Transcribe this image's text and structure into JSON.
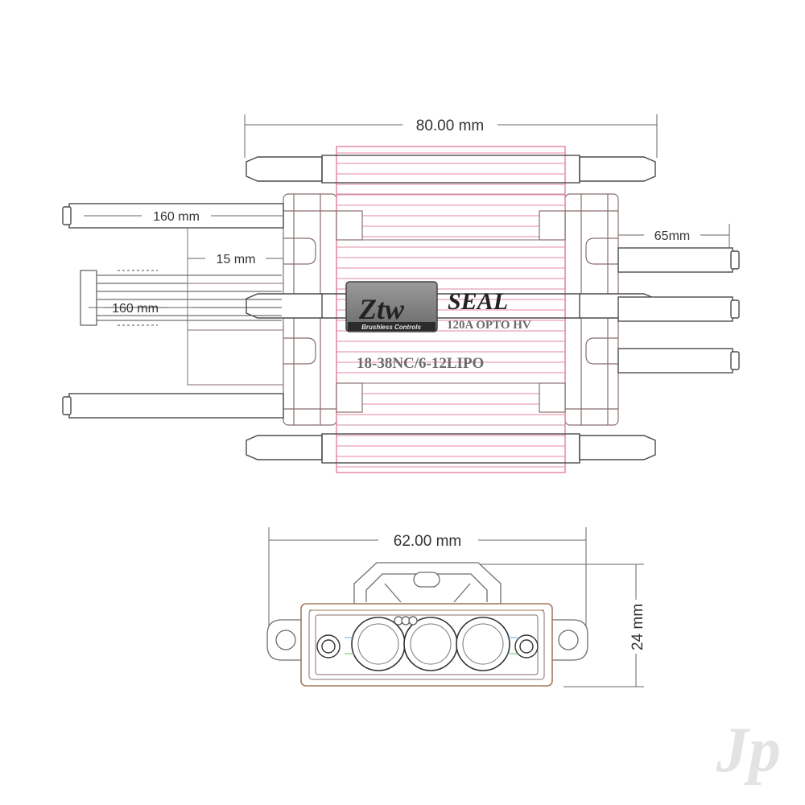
{
  "dimensions": {
    "top_width": "80.00 mm",
    "left_wire_top": "160 mm",
    "left_connector_length": "15 mm",
    "left_wire_middle": "160 mm",
    "right_wire": "65mm",
    "bottom_width": "62.00 mm",
    "bottom_height": "24 mm"
  },
  "label": {
    "brand_logo": "Ztw",
    "brand_sub": "Brushless Controls",
    "series_logo": "SEAL",
    "model": "120A OPTO HV",
    "cells": "18-38NC/6-12LIPO"
  },
  "watermark": "Jp",
  "colors": {
    "outline": "#8a6d6d",
    "heatsink": "#e07a95",
    "heatsink_light": "#f3c3d0",
    "tube": "#4b4b4b",
    "dimension_line": "#666666"
  }
}
